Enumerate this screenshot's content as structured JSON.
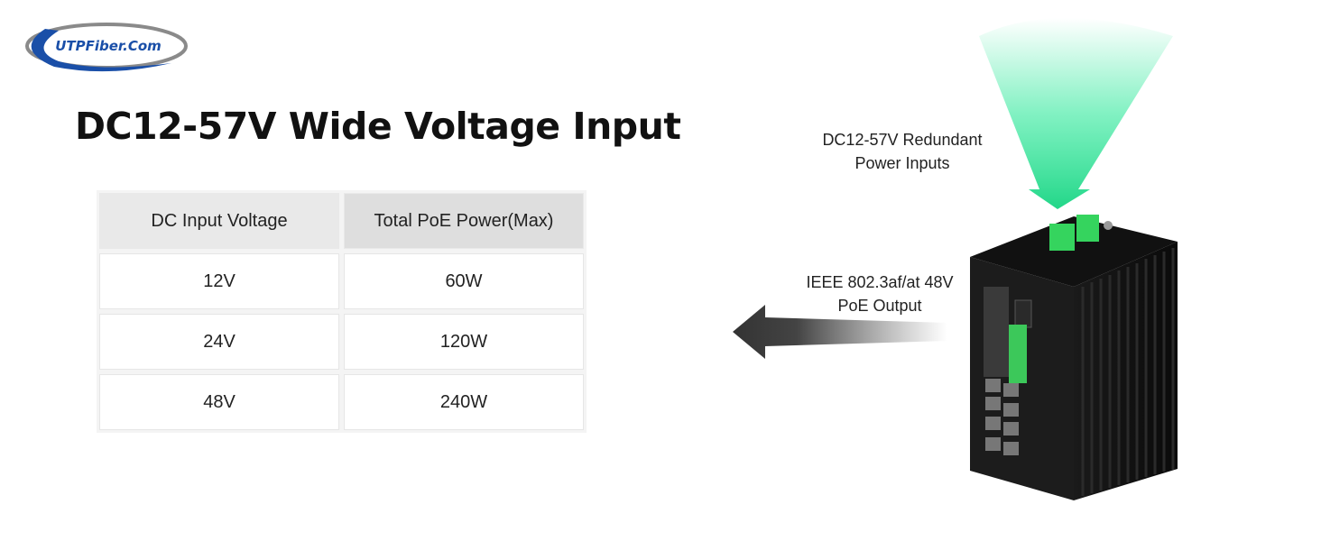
{
  "logo": {
    "text": "UTPFiber.Com"
  },
  "title": "DC12-57V  Wide Voltage Input",
  "table": {
    "headers": [
      "DC Input Voltage",
      "Total PoE Power(Max)"
    ],
    "rows": [
      [
        "12V",
        "60W"
      ],
      [
        "24V",
        "120W"
      ],
      [
        "48V",
        "240W"
      ]
    ]
  },
  "callouts": {
    "power_line1": "DC12-57V Redundant",
    "power_line2": "Power Inputs",
    "poe_line1": "IEEE 802.3af/at 48V",
    "poe_line2": "PoE Output"
  },
  "colors": {
    "beam": "#2ee89a",
    "logo_blue": "#1a4fa8",
    "logo_gray": "#8a8a8a"
  }
}
